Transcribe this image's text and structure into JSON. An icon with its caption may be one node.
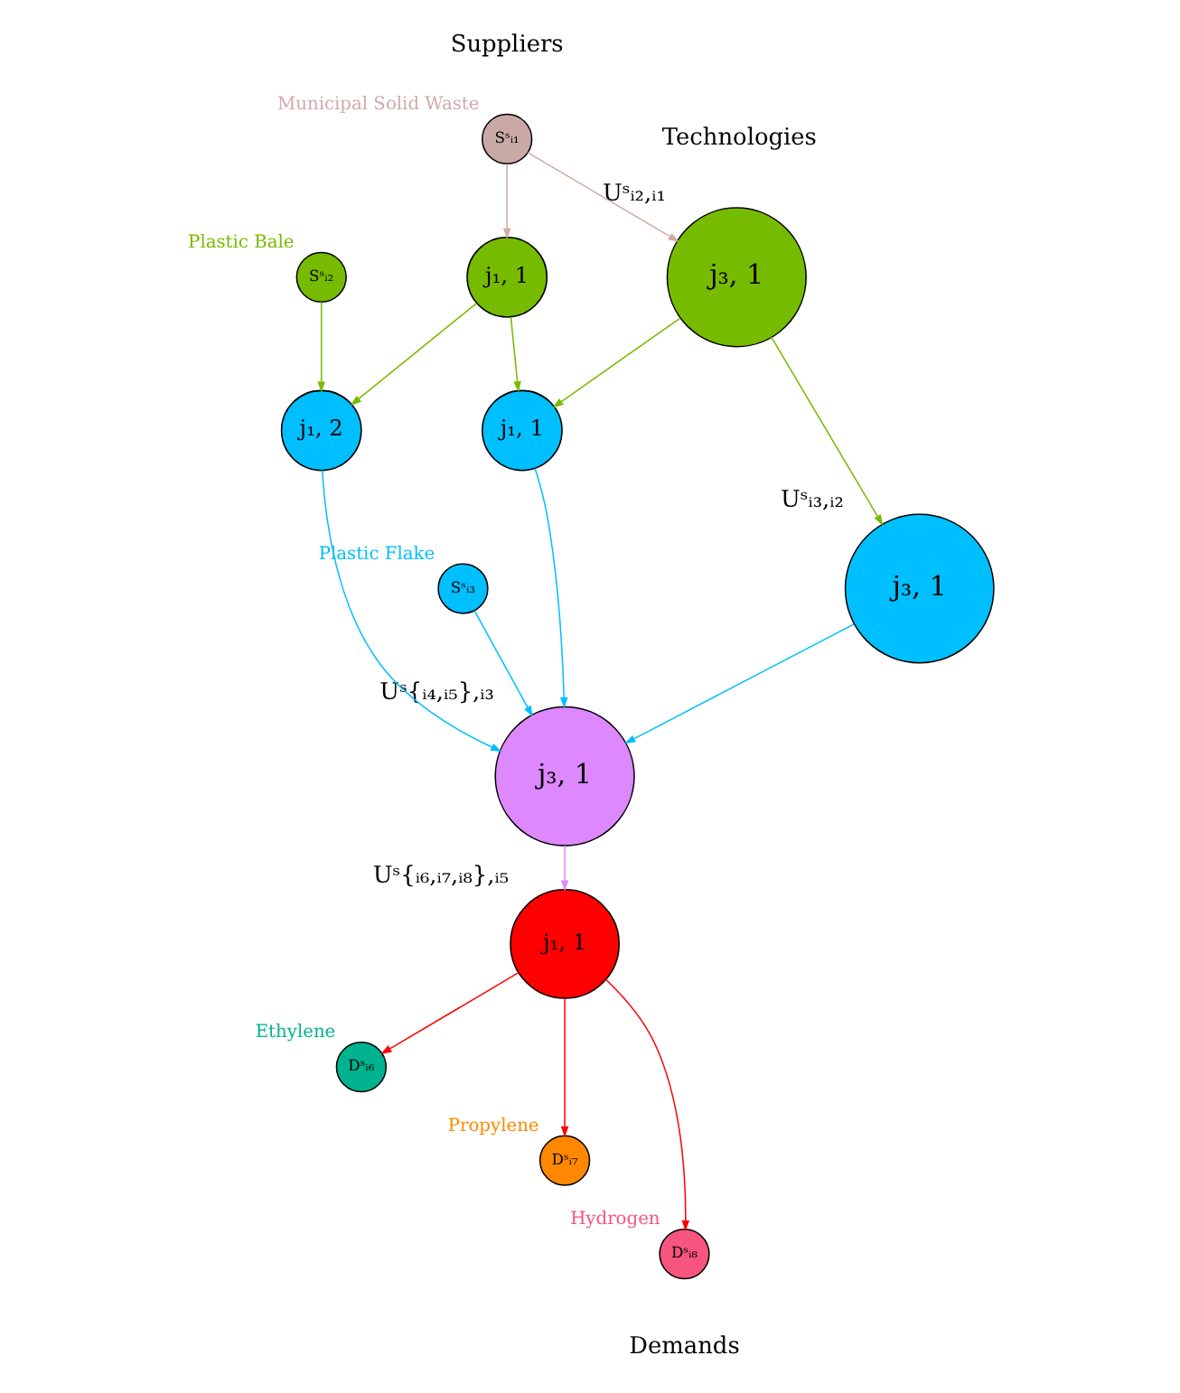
{
  "diagram": {
    "nodes": [
      {
        "text": [
          "Sˢᵢ₁"
        ],
        "beside": [
          "Municipal Solid Waste"
        ]
      },
      {
        "text": [
          "j₁, 1"
        ]
      },
      {
        "text": [
          "j₃, 1"
        ],
        "beside": [
          "Uˢᵢ₂,ᵢ₁"
        ]
      },
      {
        "text": [
          "Sˢᵢ₂"
        ],
        "beside": [
          "Plastic Bale"
        ]
      },
      {
        "text": [
          "j₁, 1"
        ]
      },
      {
        "text": [
          "j₁, 2"
        ]
      },
      {
        "text": [
          "j₃, 1"
        ],
        "beside": [
          "Uˢᵢ₃,ᵢ₂"
        ]
      },
      {
        "text": [
          "Sˢᵢ₃"
        ],
        "beside": [
          "Plastic Flake"
        ]
      },
      {
        "text": [
          "j₃, 1"
        ],
        "beside": [
          "Uˢ{ᵢ₄,ᵢ₅},ᵢ₃"
        ]
      },
      {
        "text": [
          "j₁, 1"
        ],
        "beside": [
          "Uˢ{ᵢ₆,ᵢ₇,ᵢ₈},ᵢ₅"
        ]
      },
      {
        "text": [
          "Dˢᵢ₆"
        ],
        "beside": [
          "Ethylene"
        ]
      },
      {
        "text": [
          "Dˢᵢ₇"
        ],
        "beside": [
          "Propylene"
        ]
      },
      {
        "text": [
          "Dˢᵢ₈"
        ],
        "beside": [
          "Hydrogen"
        ]
      }
    ],
    "edges": [
      {
        "from": 0,
        "to": 1,
        "arrow": "to",
        "color": "#d1aaa8"
      },
      {
        "from": 0,
        "to": 2,
        "arrow": "to",
        "color": "#d1aaa8"
      },
      {
        "from": 1,
        "to": 4,
        "arrow": "to"
      },
      {
        "from": 1,
        "to": 5,
        "arrow": "to"
      },
      {
        "from": 2,
        "to": 4,
        "arrow": "to"
      },
      {
        "from": 2,
        "to": 6,
        "arrow": "to"
      },
      {
        "from": 3,
        "to": 5,
        "arrow": "to"
      },
      {
        "from": 4,
        "to": 8,
        "arrow": "to",
        "color": "#00bfff"
      },
      {
        "from": 5,
        "to": 8,
        "arrow": "to",
        "color": "#00bfff"
      },
      {
        "from": 6,
        "to": 8,
        "arrow": "to",
        "color": "#00bfff"
      },
      {
        "from": 7,
        "to": 8,
        "arrow": "to",
        "color": "#00bfff"
      },
      {
        "from": 8,
        "to": 9,
        "arrow": "to",
        "color": "#da8aff"
      },
      {
        "from": 9,
        "to": 10,
        "arrow": "to",
        "color": "#ff0000"
      },
      {
        "from": 9,
        "to": 11,
        "arrow": "to",
        "color": "#ff0000"
      },
      {
        "from": 9,
        "to": 12,
        "arrow": "to",
        "color": "#ff0000"
      }
    ],
    "labels": [
      "Suppliers",
      "Technologies",
      "Demands"
    ]
  }
}
